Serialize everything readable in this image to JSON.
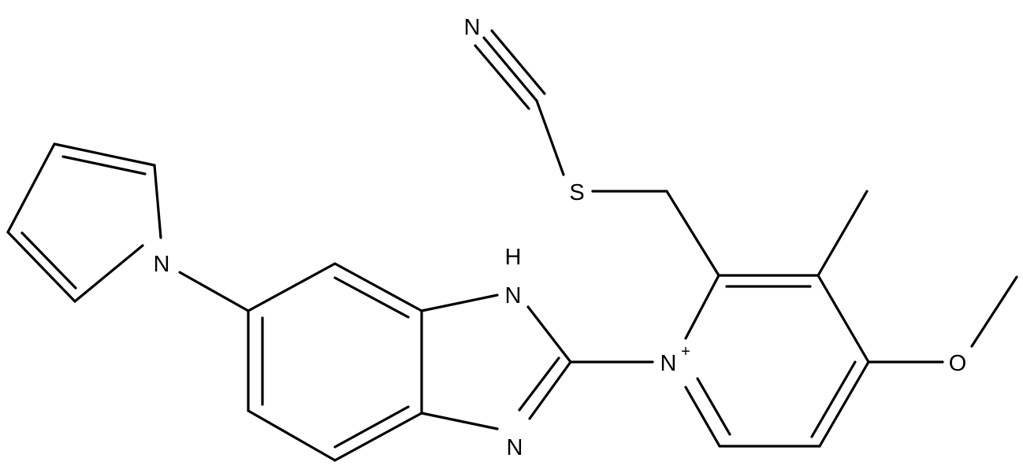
{
  "atoms": {
    "nitrile_n": "N",
    "thiocyanate_s": "S",
    "imidazole_nh": "N",
    "imidazole_nh_h": "H",
    "imidazole_n": "N",
    "pyrrole_n": "N",
    "pyridinium_n": "N",
    "pyridinium_charge": "+",
    "methoxy_o": "O"
  }
}
